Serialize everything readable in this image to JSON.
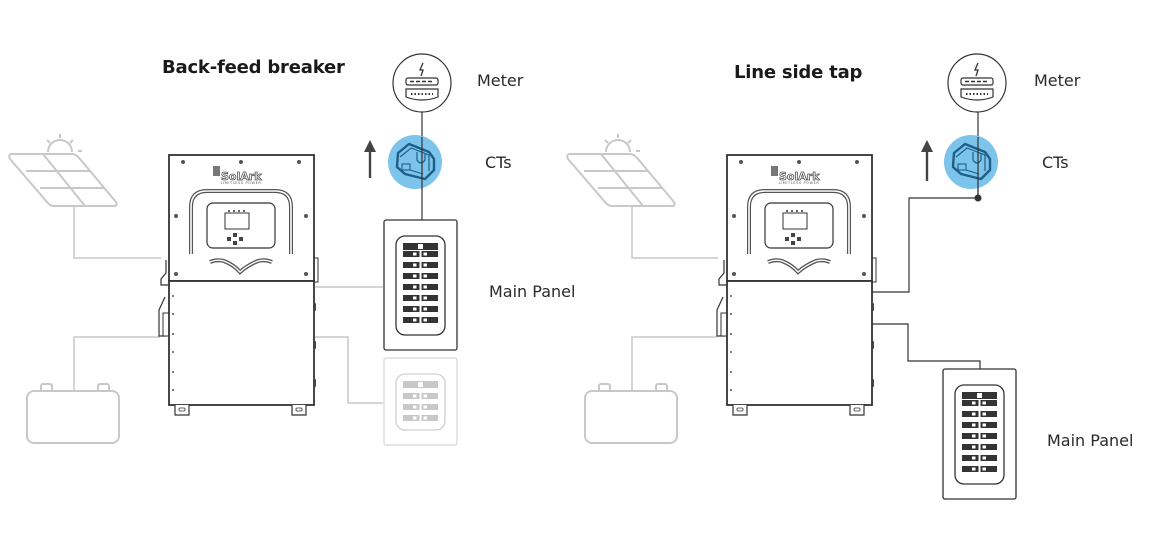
{
  "diagrams": [
    {
      "title": "Back-feed breaker",
      "labels": {
        "meter": "Meter",
        "cts": "CTs",
        "main_panel": "Main Panel"
      },
      "brand": "SolArk",
      "brand_tagline": "LIMITLESS POWER"
    },
    {
      "title": "Line side tap",
      "labels": {
        "meter": "Meter",
        "cts": "CTs",
        "main_panel": "Main Panel"
      },
      "brand": "SolArk",
      "brand_tagline": "LIMITLESS POWER"
    }
  ],
  "colors": {
    "ct_highlight": "#7cc4ec",
    "ct_outline": "#1d5f86",
    "device_line": "#333333",
    "faded_line": "#c8c8c8"
  }
}
